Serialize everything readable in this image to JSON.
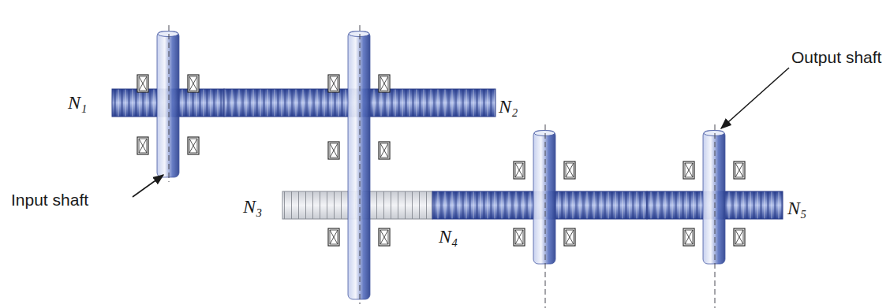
{
  "diagram": {
    "labels": [
      "N₁",
      "N₂",
      "Output shaft",
      "Input shaft",
      "N₃",
      "N₄",
      "N₅"
    ]
  }
}
